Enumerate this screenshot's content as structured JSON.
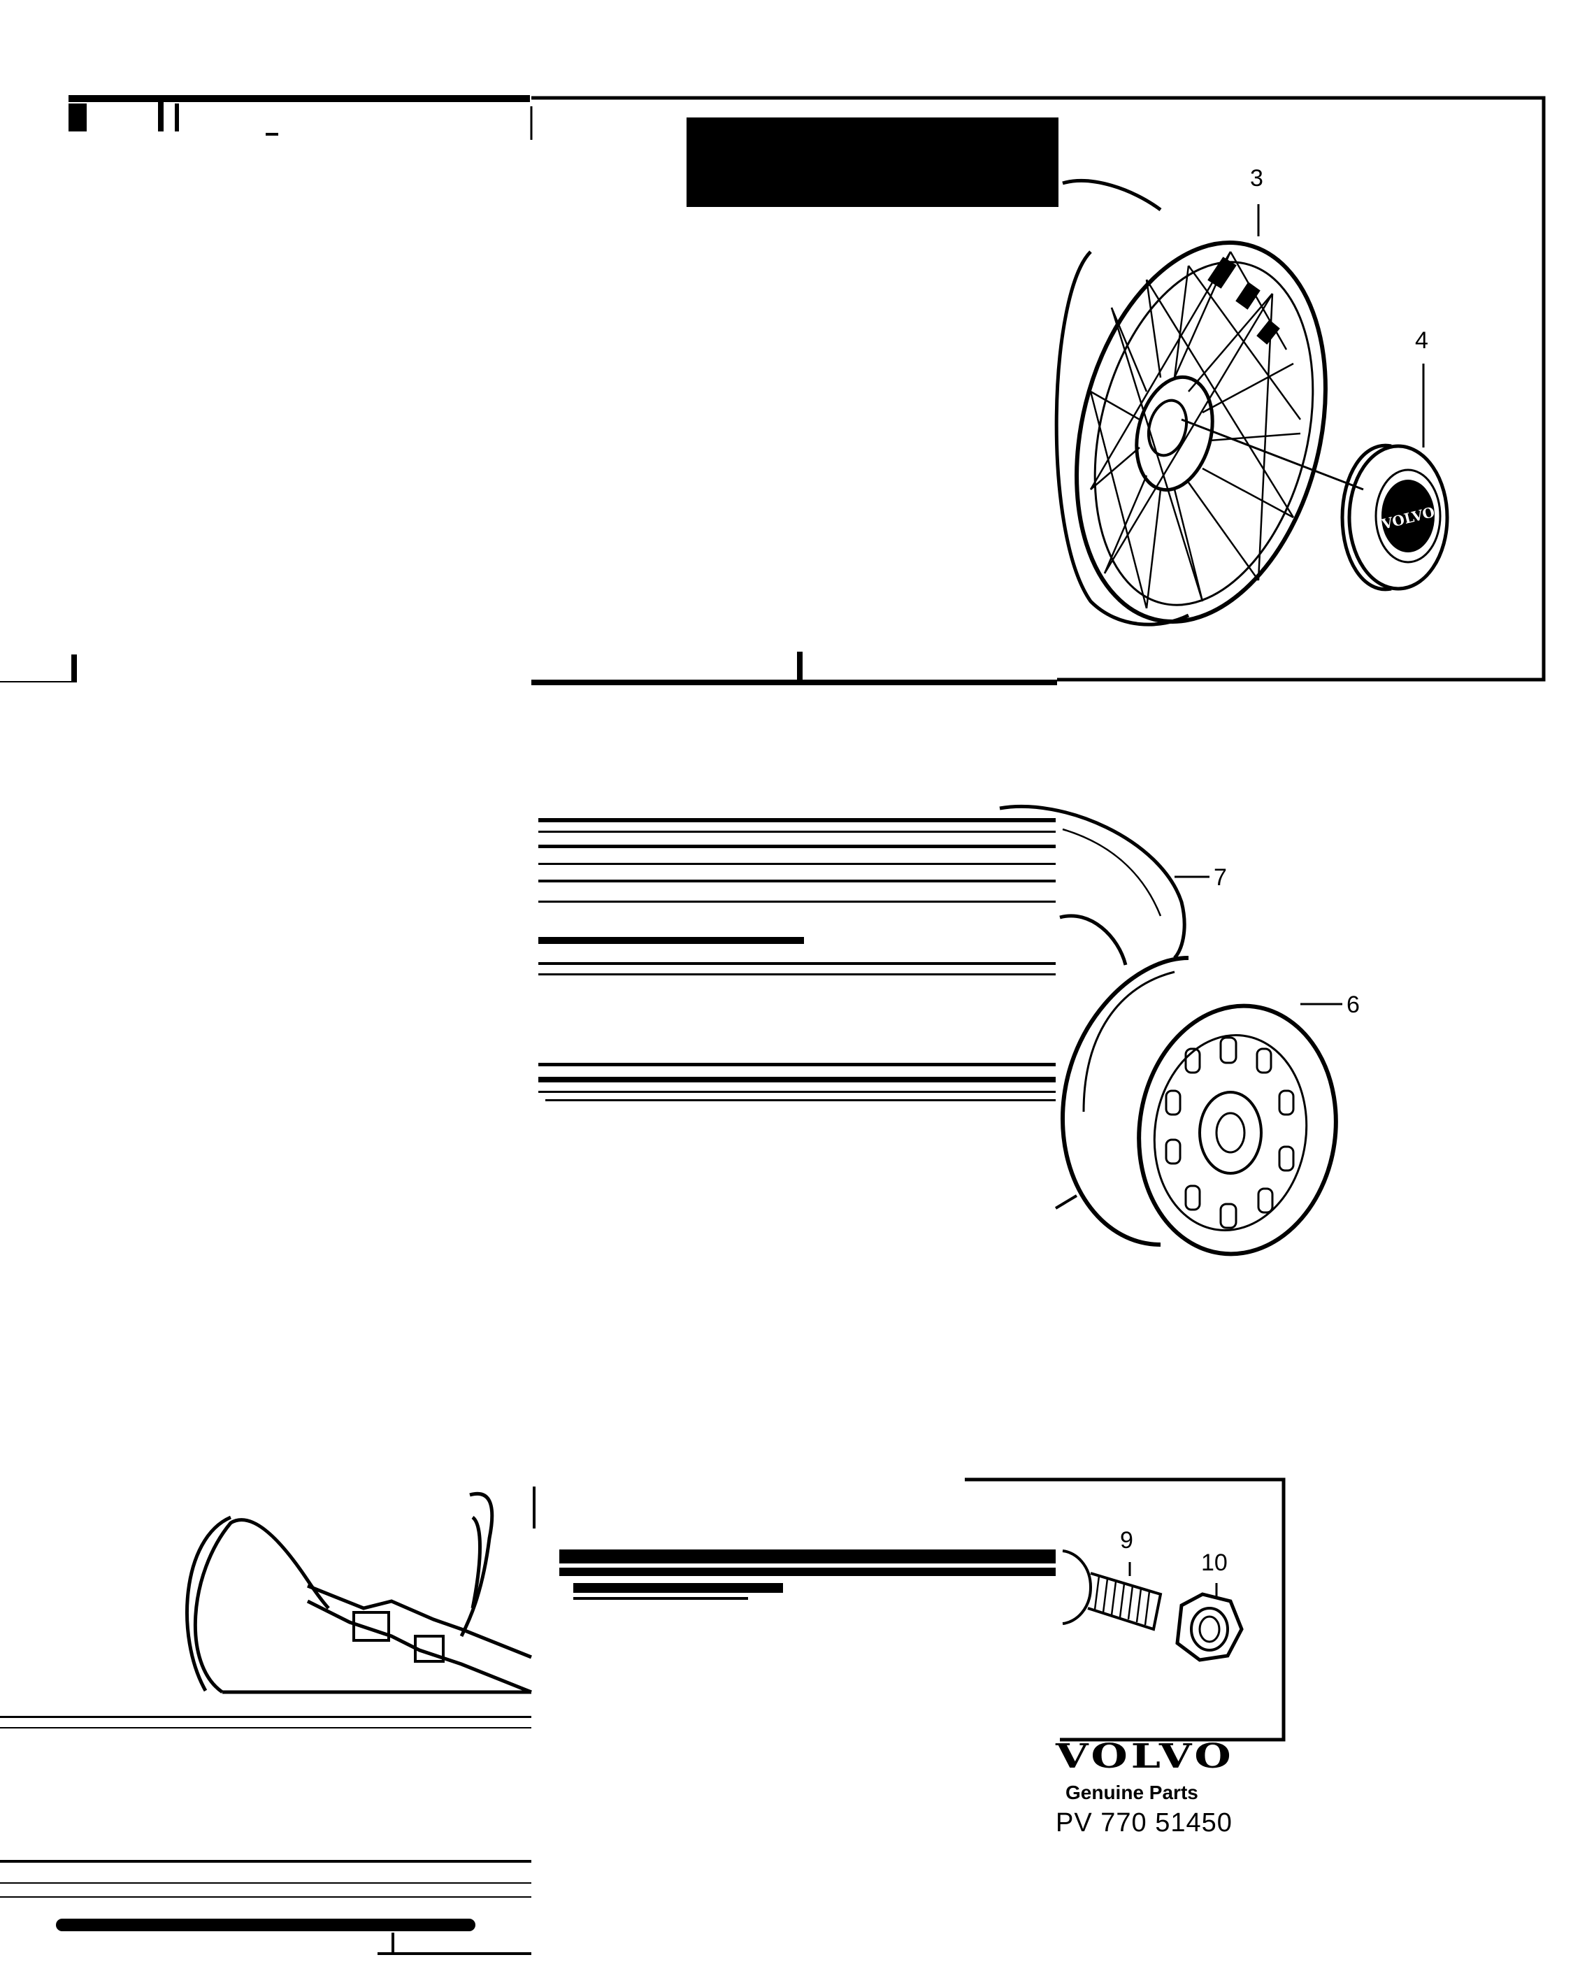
{
  "callouts": {
    "c3": "3",
    "c4": "4",
    "c6": "6",
    "c7": "7",
    "c9": "9",
    "c10": "10"
  },
  "hubcap_emblem": "VOLVO",
  "footer": {
    "brand": "VOLVO",
    "tagline": "Genuine Parts",
    "part_number": "PV 770 51450"
  }
}
